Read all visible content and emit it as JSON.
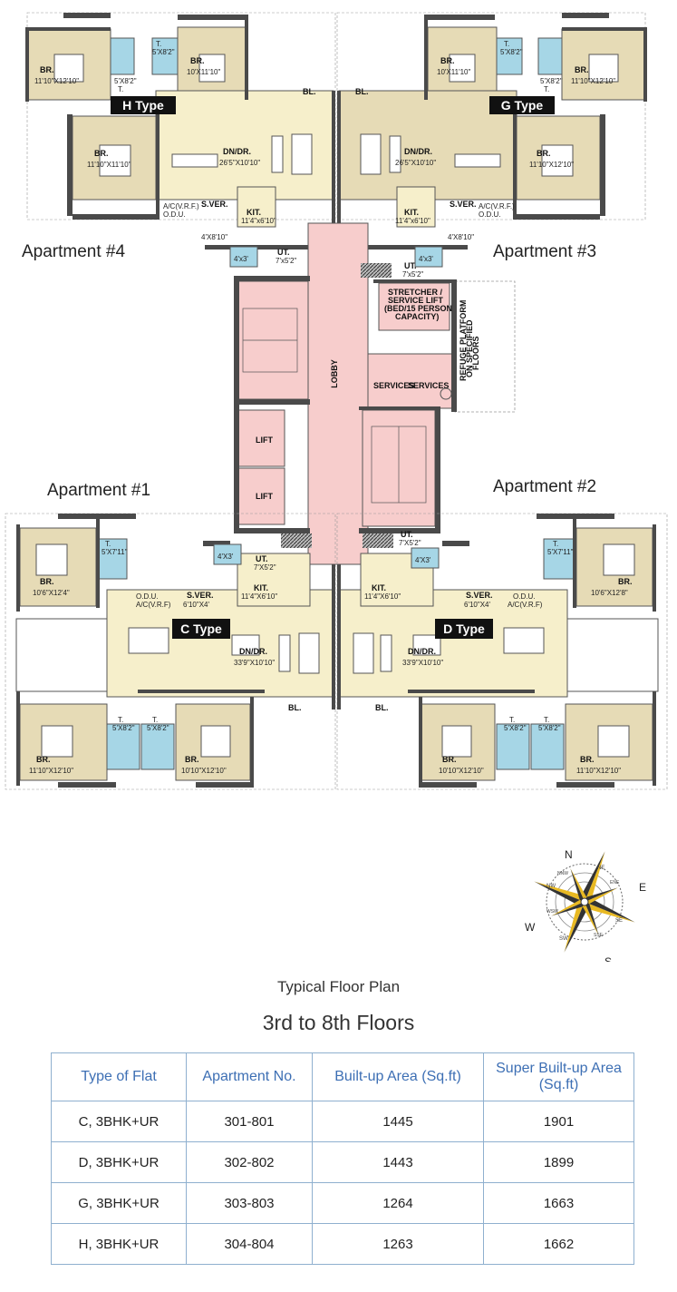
{
  "apartments": [
    "Apartment #4",
    "Apartment #3",
    "Apartment #1",
    "Apartment #2"
  ],
  "types": [
    "H Type",
    "G Type",
    "C Type",
    "D Type"
  ],
  "core": {
    "lobby": "LOBBY",
    "lift": "LIFT",
    "stretcher_lift": [
      "STRETCHER /",
      "SERVICE LIFT",
      "(BED/15 PERSON",
      "CAPACITY)"
    ],
    "services": "SERVICES",
    "refuge": [
      "REFUGE PLATFORM",
      "ON SPECIFIED",
      "FLOORS"
    ]
  },
  "room_labels": {
    "br": "BR.",
    "t": "T.",
    "bl": "BL.",
    "dndr": "DN/DR.",
    "kit": "KIT.",
    "ut": "UT.",
    "sver": "S.VER.",
    "acodu": "A/C(V.R.F.)",
    "odu": "O.D.U.",
    "odu_ac": "A/C(V.R.F)"
  },
  "dims": {
    "h_br1": "11'10\"X12'10\"",
    "h_br2": "10'X11'10\"",
    "h_br3": "11'10\"X11'10\"",
    "h_t1": "5'X8'2\"",
    "h_t2": "5'X8'2\"",
    "h_dndr": "26'5\"X10'10\"",
    "h_kit": "11'4\"x6'10\"",
    "h_sver": "4'X8'10\"",
    "h_ut": "7'x5'2\"",
    "h_small": "4'x3'",
    "g_br1": "10'X11'10\"",
    "g_br2": "11'10\"X12'10\"",
    "g_br3": "11'10\"X12'10\"",
    "g_t1": "5'X8'2\"",
    "g_t2": "5'X8'2\"",
    "g_dndr": "26'5\"X10'10\"",
    "g_kit": "11'4\"x6'10\"",
    "g_sver": "4'X8'10\"",
    "g_ut": "7'x5'2\"",
    "g_small": "4'x3'",
    "c_br1": "10'6\"X12'4\"",
    "c_t1": "5'X7'11\"",
    "c_sver": "6'10\"X4'",
    "c_kit": "11'4\"X6'10\"",
    "c_ut": "7'X5'2\"",
    "c_small": "4'X3'",
    "c_dndr": "33'9\"X10'10\"",
    "c_br2": "11'10\"X12'10\"",
    "c_br3": "10'10\"X12'10\"",
    "c_t2": "5'X8'2\"",
    "c_t3": "5'X8'2\"",
    "d_br1": "10'6\"X12'8\"",
    "d_t1": "5'X7'11\"",
    "d_sver": "6'10\"X4'",
    "d_kit": "11'4\"X6'10\"",
    "d_ut": "7'X5'2\"",
    "d_small": "4'X3'",
    "d_dndr": "33'9\"X10'10\"",
    "d_br2": "10'10\"X12'10\"",
    "d_br3": "11'10\"X12'10\"",
    "d_t2": "5'X8'2\"",
    "d_t3": "5'X8'2\""
  },
  "compass": {
    "n": "N",
    "e": "E",
    "s": "S",
    "w": "W",
    "nw": "NW",
    "ne": "NE",
    "se": "SE",
    "sw": "SW",
    "nnw": "NNW",
    "ene": "ENE",
    "sse": "SSE",
    "wsw": "WSW"
  },
  "caption": {
    "line1": "Typical Floor Plan",
    "line2": "3rd to 8th Floors"
  },
  "table": {
    "headers": [
      "Type of Flat",
      "Apartment No.",
      "Built-up Area (Sq.ft)",
      "Super Built-up Area (Sq.ft)"
    ],
    "rows": [
      [
        "C, 3BHK+UR",
        "301-801",
        "1445",
        "1901"
      ],
      [
        "D, 3BHK+UR",
        "302-802",
        "1443",
        "1899"
      ],
      [
        "G, 3BHK+UR",
        "303-803",
        "1264",
        "1663"
      ],
      [
        "H, 3BHK+UR",
        "304-804",
        "1263",
        "1662"
      ]
    ]
  },
  "colors": {
    "lobby": "#f7cdcc",
    "room_light": "#f6efcb",
    "room_tan": "#e6dbb6",
    "toilet": "#a6d6e6",
    "wall": "#4a4a4a",
    "table_head": "#3d6fb4",
    "table_border": "#8fb0cf"
  }
}
